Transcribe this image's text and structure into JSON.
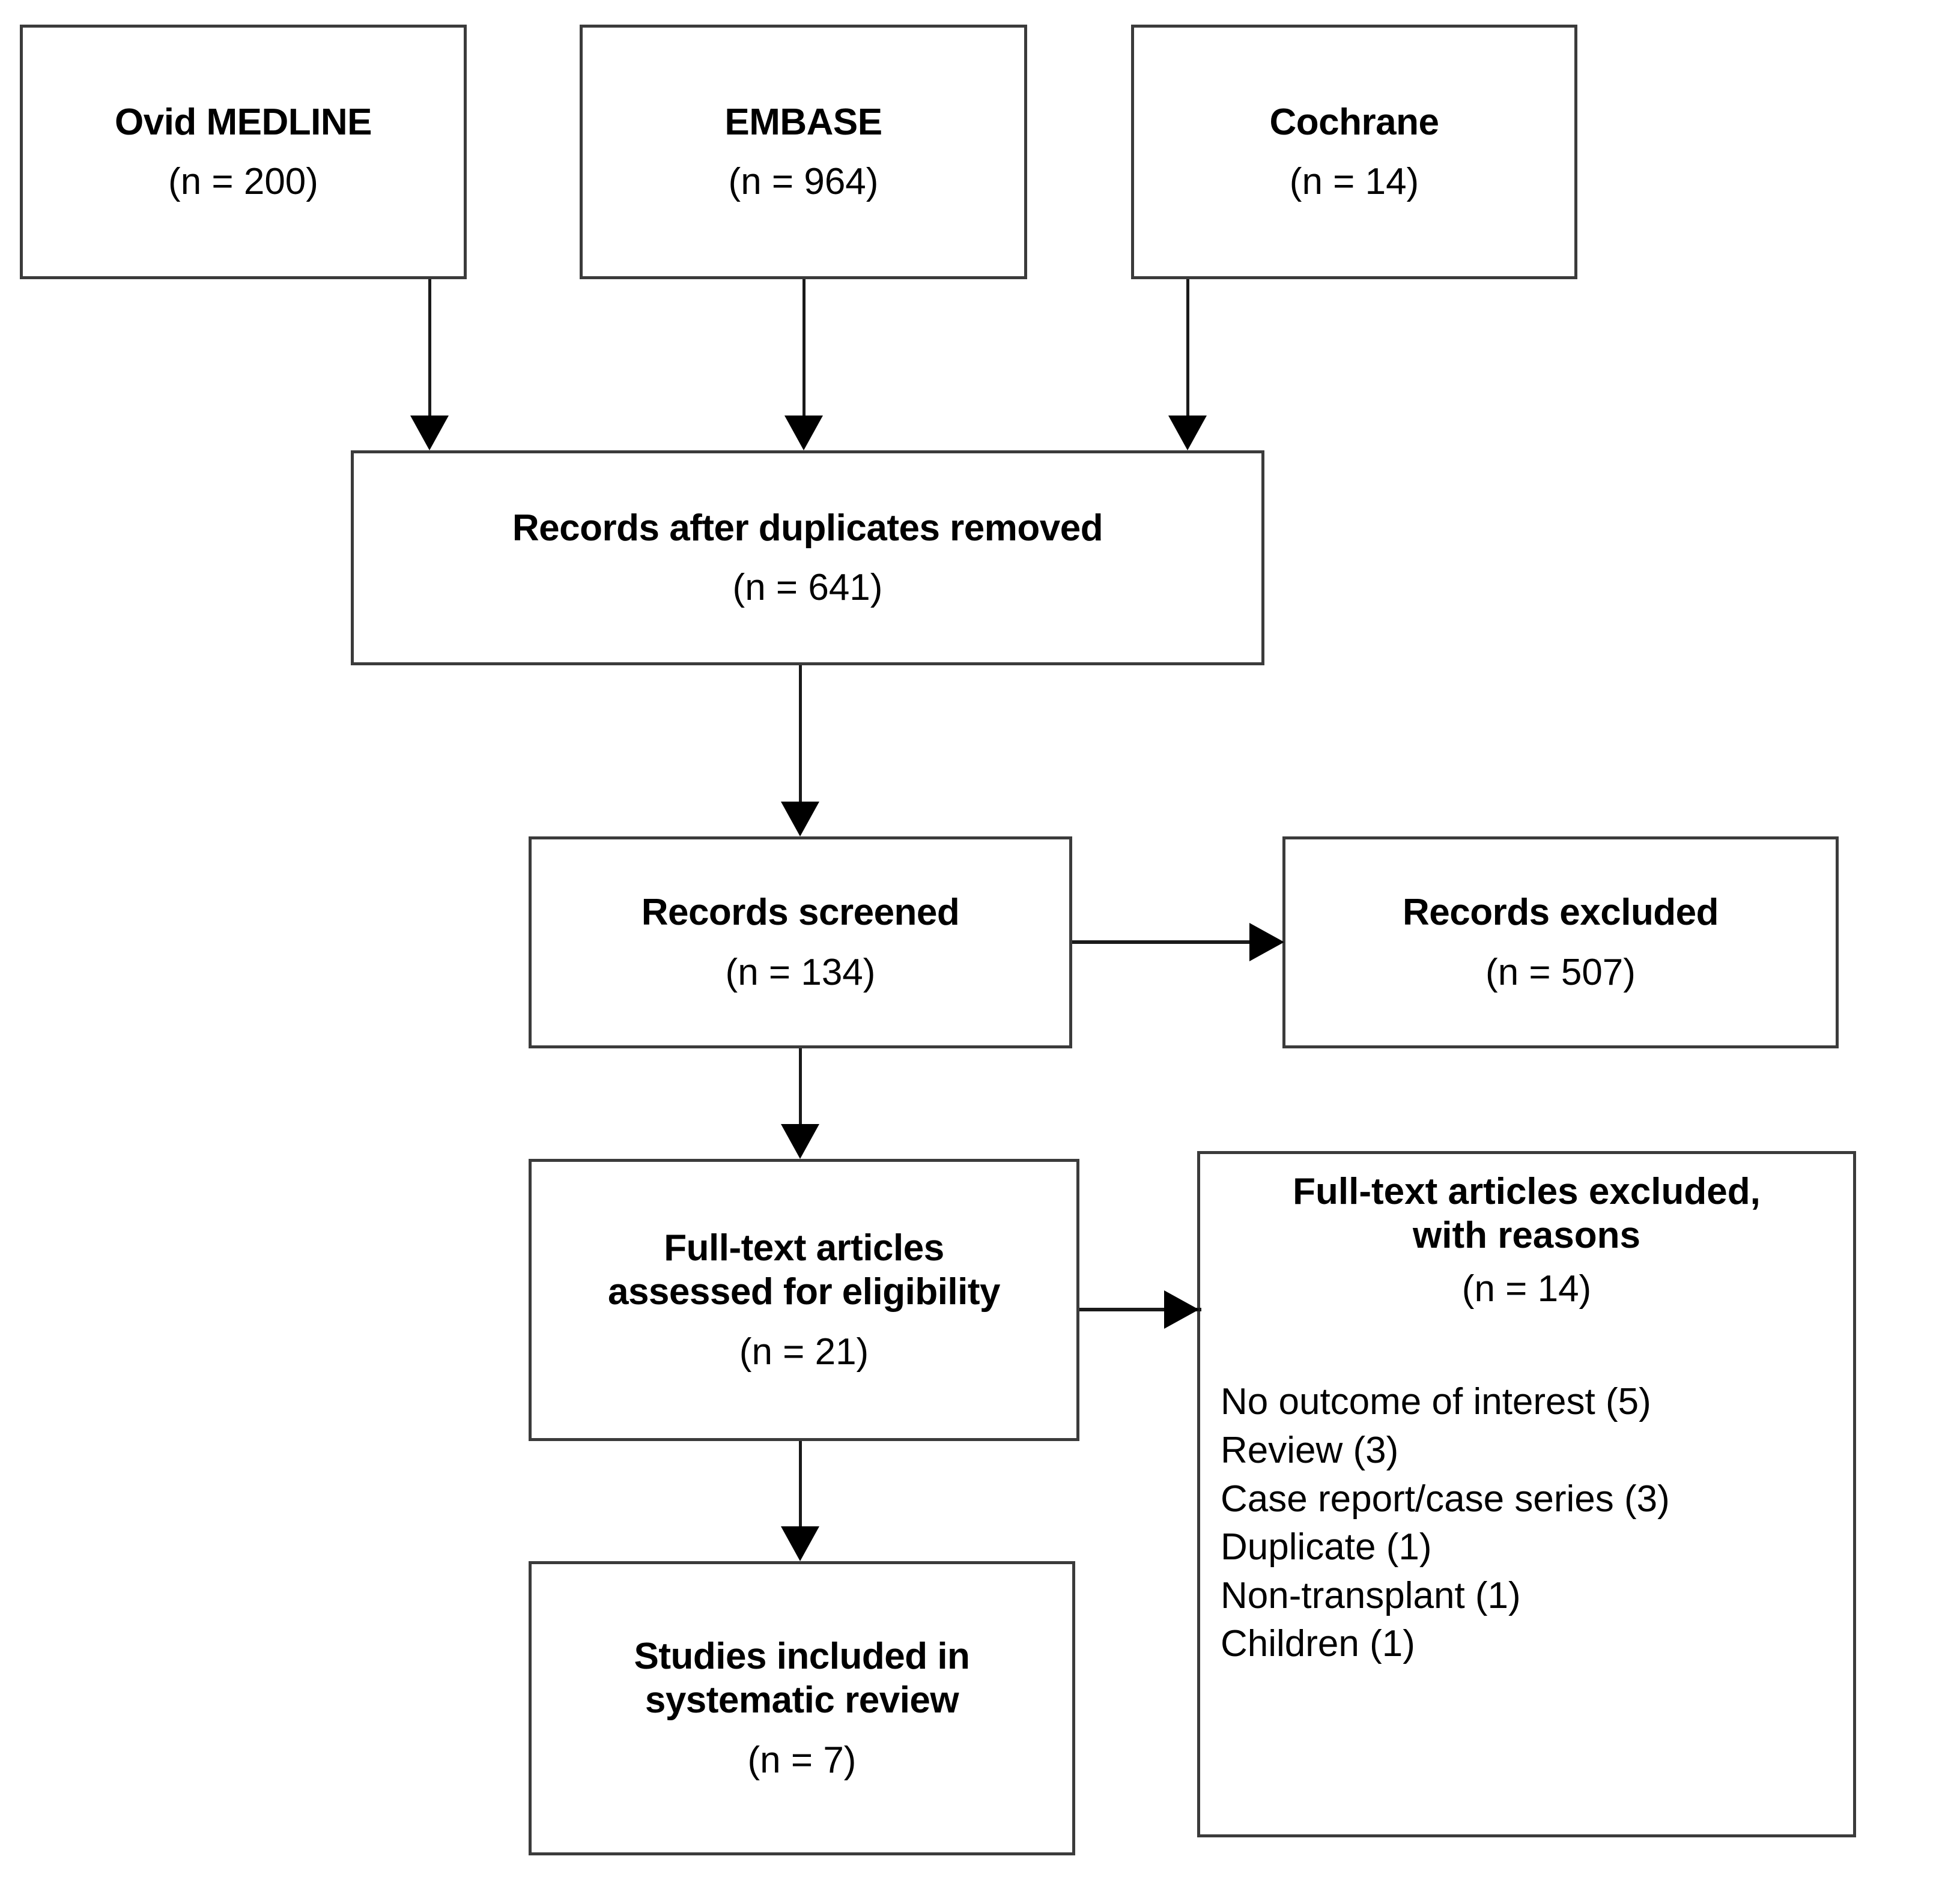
{
  "diagram": {
    "type": "prisma-flow-diagram",
    "boxes": {
      "source_medline": {
        "title": "Ovid MEDLINE",
        "count": "(n = 200)"
      },
      "source_embase": {
        "title": "EMBASE",
        "count": "(n = 964)"
      },
      "source_cochrane": {
        "title": "Cochrane",
        "count": "(n = 14)"
      },
      "duplicates_removed": {
        "title": "Records after duplicates removed",
        "count": "(n = 641)"
      },
      "records_screened": {
        "title": "Records screened",
        "count": "(n = 134)"
      },
      "records_excluded": {
        "title": "Records excluded",
        "count": "(n = 507)"
      },
      "fulltext_assessed": {
        "title": "Full-text articles\nassessed for eligibility",
        "count": "(n = 21)"
      },
      "fulltext_excluded": {
        "title": "Full-text articles excluded,\nwith reasons",
        "count": "(n = 14)",
        "reasons": [
          "No outcome of interest (5)",
          "Review (3)",
          "Case report/case series (3)",
          "Duplicate (1)",
          "Non-transplant (1)",
          "Children (1)"
        ]
      },
      "studies_included": {
        "title": "Studies included in\nsystematic review",
        "count": "(n = 7)"
      }
    },
    "colors": {
      "box_border": "#3b3b3b",
      "connector": "#1a1a1a",
      "background": "#ffffff",
      "text": "#000000"
    }
  }
}
